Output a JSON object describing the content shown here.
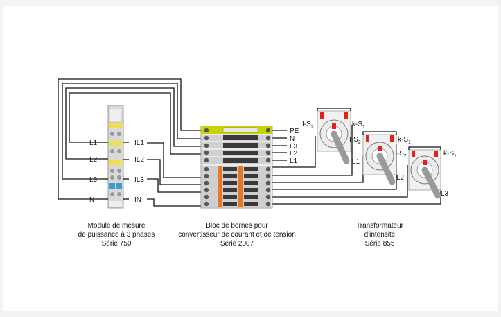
{
  "meter_labels": {
    "l1": "L1",
    "l2": "L2",
    "l3": "L3",
    "n": "N",
    "il1": "IL1",
    "il2": "IL2",
    "il3": "IL3",
    "in": "IN"
  },
  "terminal_labels": {
    "pe": "PE",
    "n": "N",
    "l3": "L3",
    "l2": "L2",
    "l1": "L1"
  },
  "transformers": [
    {
      "s2": "I-S",
      "s2sub": "2",
      "s1": "k-S",
      "s1sub": "1",
      "line": "L1"
    },
    {
      "s2": "I-S",
      "s2sub": "2",
      "s1": "k-S",
      "s1sub": "1",
      "line": "L2"
    },
    {
      "s2": "I-S",
      "s2sub": "2",
      "s1": "k-S",
      "s1sub": "1",
      "line": "L3"
    }
  ],
  "captions": {
    "meter": [
      "Module de mesure",
      "de puissance à 3 phases",
      "Série 750"
    ],
    "block": [
      "Bloc de bornes pour",
      "convertisseur de courant et de tension",
      "Série 2007"
    ],
    "transformer": [
      "Transformateur",
      "d'intensité",
      "Série 855"
    ]
  },
  "colors": {
    "wire": "#111111",
    "terminal_green_yellow": "#c8d400",
    "terminal_orange": "#e87722",
    "terminal_grey": "#9a9a9a",
    "module_grey": "#d9d9d9",
    "blue": "#3a9bd5",
    "red": "#e2231a"
  }
}
